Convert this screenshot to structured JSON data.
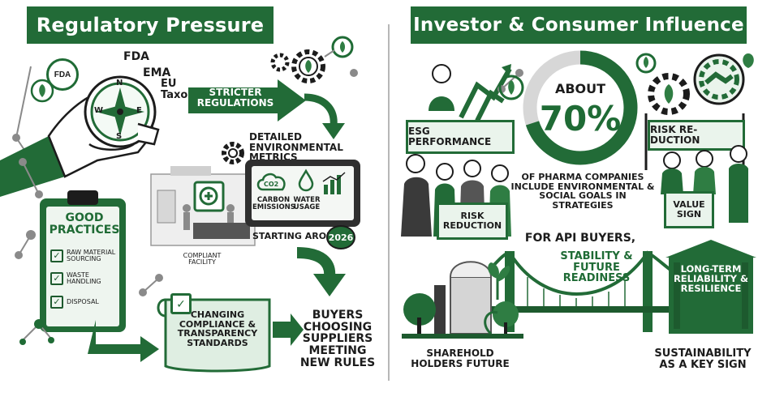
{
  "left_panel": {
    "title": "Regulatory Pressure",
    "compass": {
      "fda": "FDA",
      "ema": "EMA",
      "eu": "EU",
      "taxonomy": "Taxonomy",
      "directions": [
        "N",
        "E",
        "S",
        "W"
      ],
      "badge": "FDA"
    },
    "stricter_regulations": "STRICTER REGULATIONS",
    "detailed_metrics": "DETAILED ENVIRONMENTAL METRICS",
    "tablet": {
      "co2": "CO2",
      "carbon_emissions": "CARBON EMISSIONS",
      "water_usage": "WATER USAGE"
    },
    "starting_around": "STARTING AROUND",
    "year": "2026",
    "good_practices": {
      "title": "GOOD PRACTICES",
      "items": [
        "RAW MATERIAL SOURCING",
        "WASTE HANDLING",
        "DISPOSAL"
      ]
    },
    "compliant_facility": "COMPLIANT FACILITY",
    "changing_standards": "CHANGING COMPLIANCE & TRANSPARENCY STANDARDS",
    "buyers_choosing": "BUYERS CHOOSING SUPPLIERS MEETING NEW RULES"
  },
  "right_panel": {
    "title": "Investor & Consumer Influence",
    "esg_sign": "ESG PERFORMANCE",
    "risk_reduction_sign": "RISK REDUCTION",
    "about": "ABOUT",
    "percent_value": 70,
    "percent_text": "70%",
    "stat_caption": "OF PHARMA COMPANIES INCLUDE ENVIRONMENTAL & SOCIAL GOALS IN STRATEGIES",
    "risk_reduction_banner": "RISK RE- DUCTION",
    "value_sign": "VALUE SIGN",
    "for_api_buyers": "FOR API BUYERS,",
    "stability": "STABILITY & FUTURE READINESS",
    "long_term": "LONG-TERM RELIABILITY & RESILIENCE",
    "shareholders": "SHAREHOLD HOLDERS FUTURE",
    "sustainability": "SUSTAINABILITY AS A KEY SIGN"
  },
  "colors": {
    "brand_green": "#226b37",
    "dark_green": "#1d5a2e",
    "light_green": "#4f8f5c",
    "grey": "#8a8a8a"
  }
}
